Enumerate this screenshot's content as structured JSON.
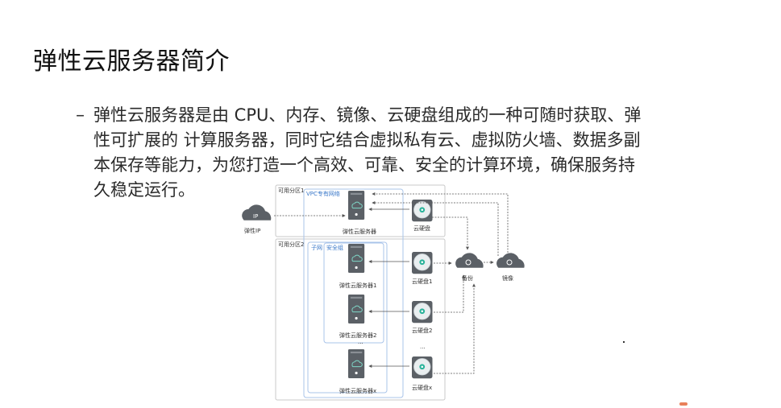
{
  "title": "弹性云服务器简介",
  "bullet": {
    "dash": "–",
    "lines": [
      "弹性云服务器是由 CPU、内存、镜像、云硬盘组成的一种可随时获取、弹",
      "性可扩展的 计算服务器，同时它结合虚拟私有云、虚拟防火墙、数据多副",
      "本保存等能力，为您打造一个高效、可靠、安全的计算环境，确保服务持",
      "久稳定运行。"
    ]
  },
  "diagram": {
    "zone1_label": "可用分区1",
    "zone2_label": "可用分区2",
    "vpc_label": "VPC专有网络",
    "subnet_label": "子网",
    "security_group_label": "安全组",
    "eip_icon_text": "IP",
    "eip_label": "弹性IP",
    "server_zone1_label": "弹性云服务器",
    "disk_zone1_label": "云硬盘",
    "server1_label": "弹性云服务器1",
    "server2_label": "弹性云服务器2",
    "serverx_label": "弹性云服务器x",
    "disk1_label": "云硬盘1",
    "disk2_label": "云硬盘2",
    "diskx_label": "云硬盘x",
    "ellipsis_servers": "...",
    "ellipsis_disks": "...",
    "backup_label": "备份",
    "image_label": "镜像"
  },
  "colors": {
    "server_body": "#5b6066",
    "server_icon": "#7fd8c8",
    "disk_ring": "#5b6066",
    "disk_center": "#2bb39b",
    "cloud": "#5b6066",
    "vpc_border": "#a9c4ea",
    "zone_border": "#c8c8c8",
    "arrow": "#555555",
    "blue_text": "#3a78c9"
  }
}
